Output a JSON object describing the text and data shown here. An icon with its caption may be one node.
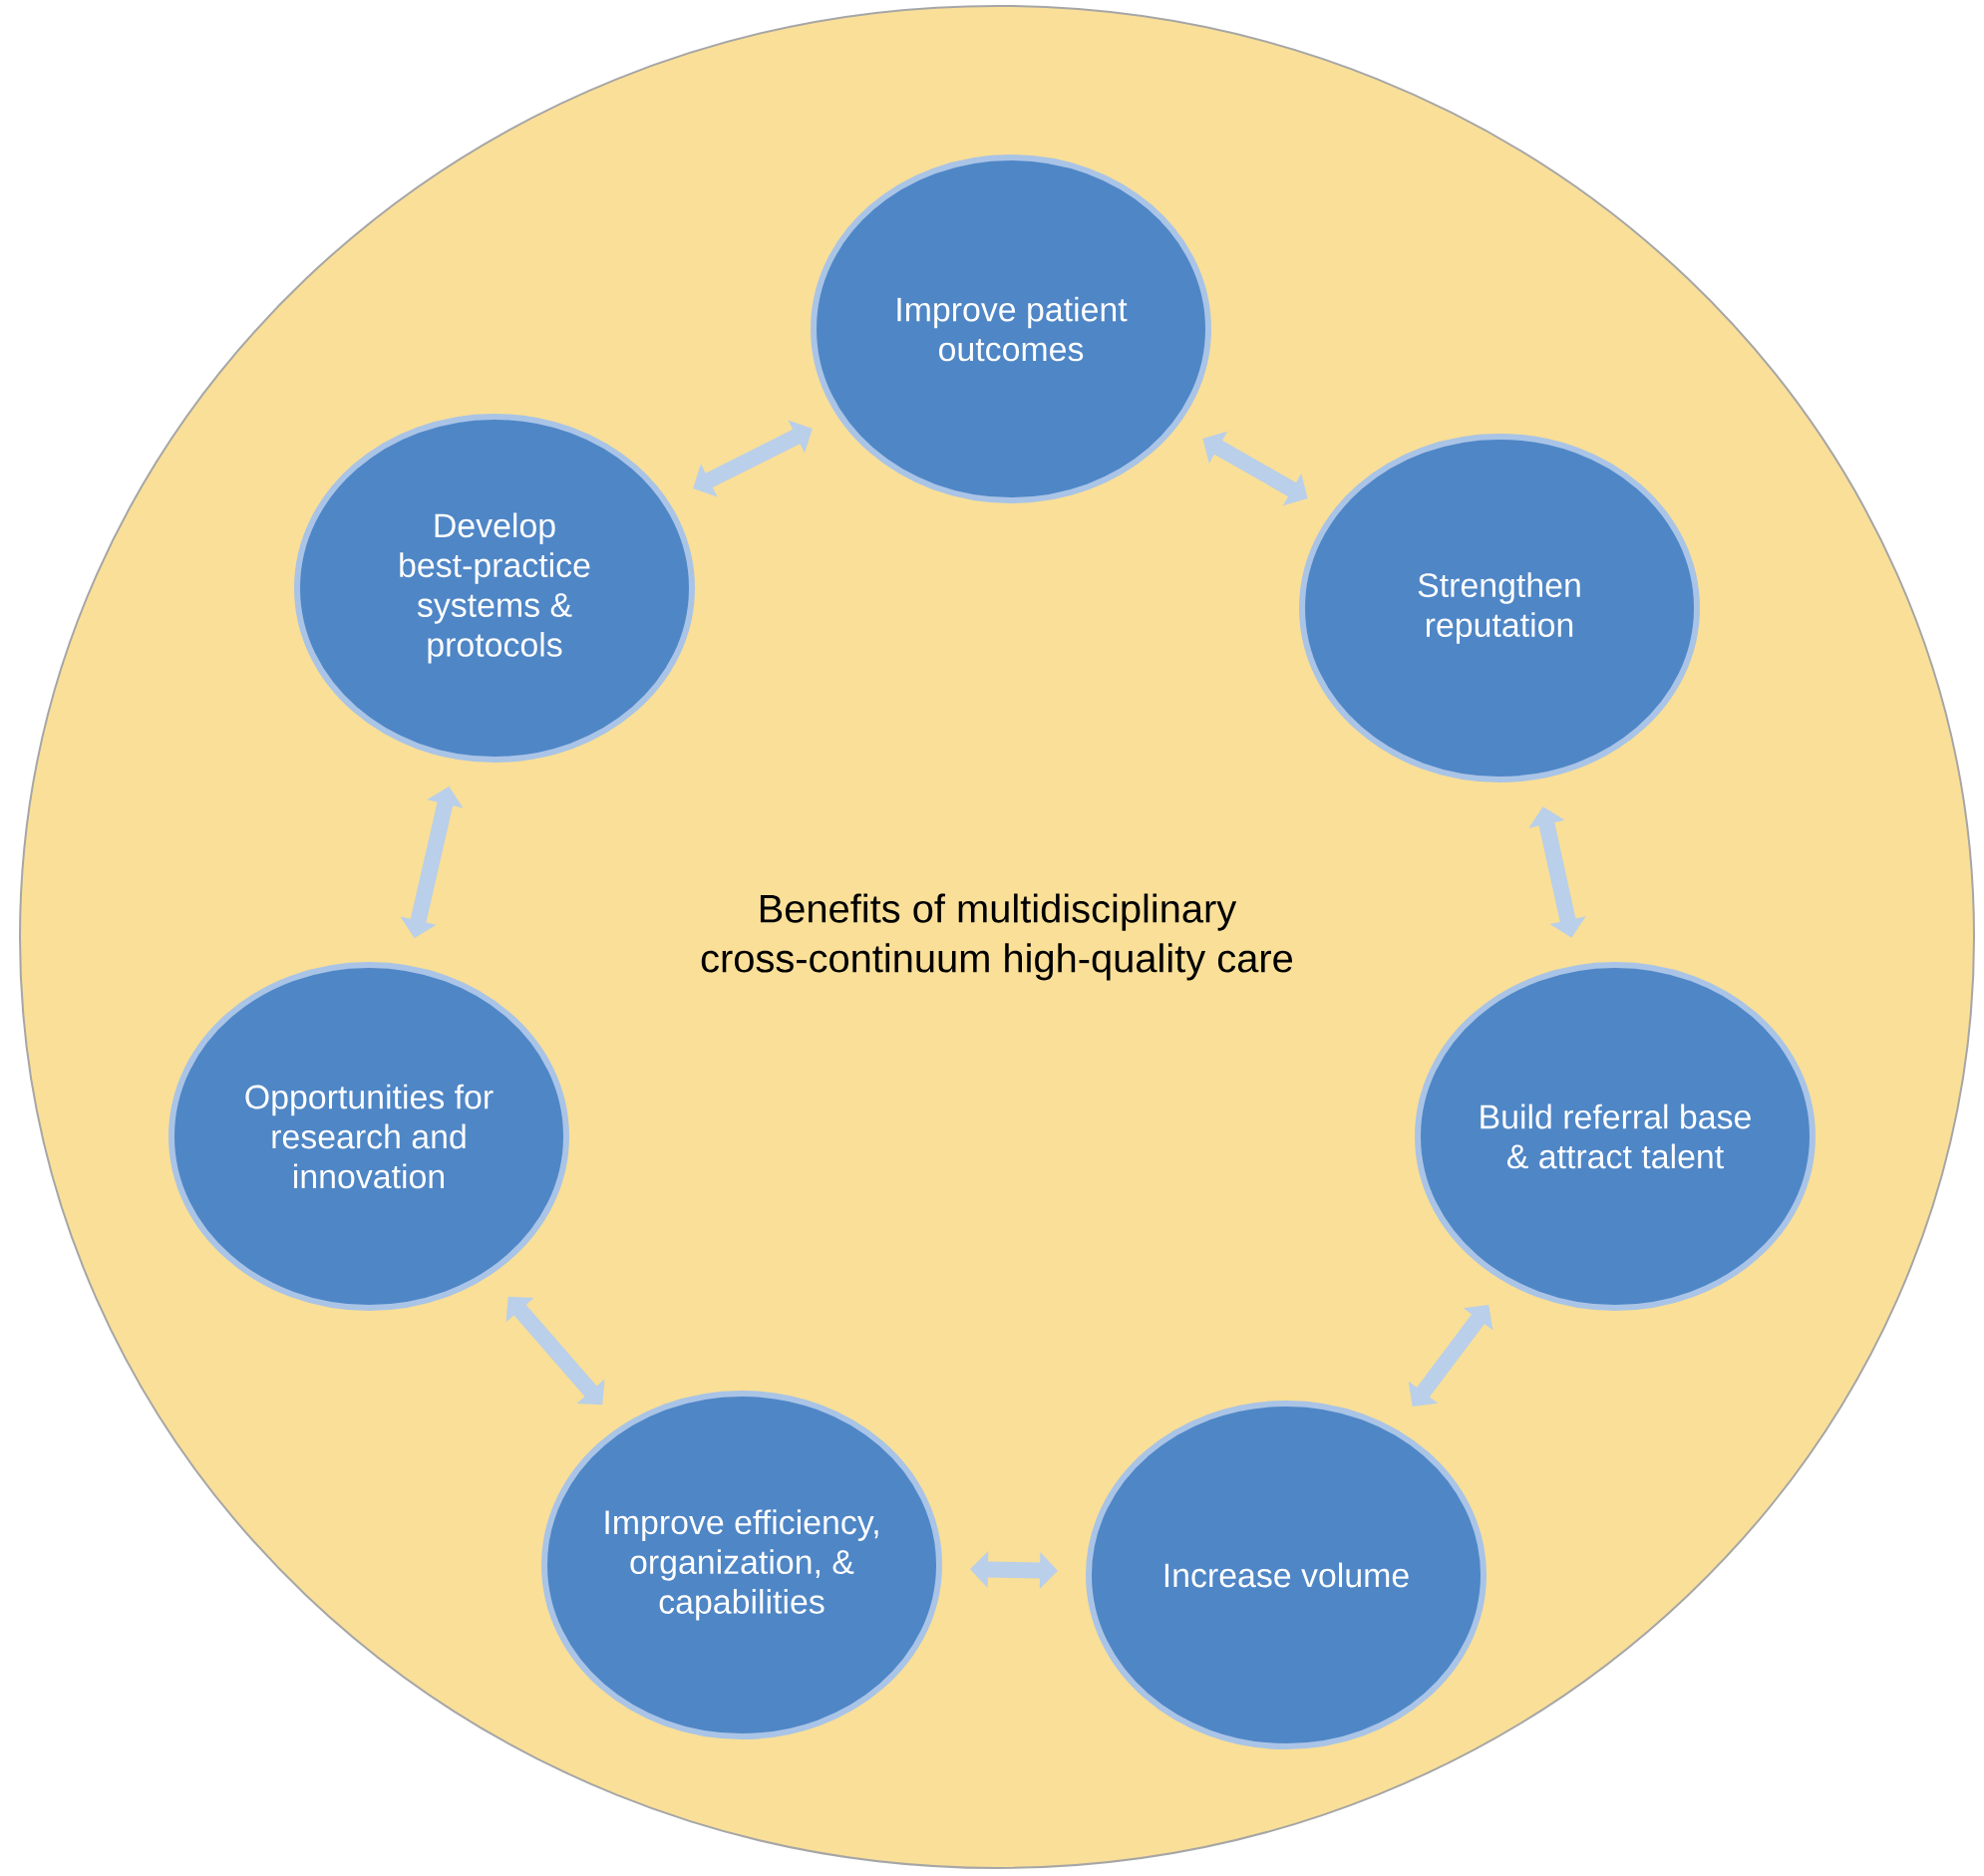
{
  "diagram": {
    "nodes": [
      {
        "text": [
          "Benefits of multidisciplinary cross-continuum high-quality care"
        ]
      },
      {
        "text": [
          "Improve patient outcomes"
        ],
        "in": 0
      },
      {
        "text": [
          "Strengthen reputation"
        ],
        "in": 0
      },
      {
        "text": [
          "Build referral base & attract talent"
        ],
        "in": 0
      },
      {
        "text": [
          "Increase volume"
        ],
        "in": 0
      },
      {
        "text": [
          "Improve efficiency, organization, & capabilities"
        ],
        "in": 0
      },
      {
        "text": [
          "Opportunities for research and innovation"
        ],
        "in": 0
      },
      {
        "text": [
          "Develop best-practice systems & protocols"
        ],
        "in": 0
      }
    ],
    "edges": [
      {
        "from": 7,
        "to": 1,
        "arrow": "both"
      },
      {
        "from": 1,
        "to": 2,
        "arrow": "both"
      },
      {
        "from": 2,
        "to": 3,
        "arrow": "both"
      },
      {
        "from": 3,
        "to": 4,
        "arrow": "both"
      },
      {
        "from": 4,
        "to": 5,
        "arrow": "both"
      },
      {
        "from": 5,
        "to": 6,
        "arrow": "both"
      },
      {
        "from": 6,
        "to": 7,
        "arrow": "both"
      }
    ]
  }
}
